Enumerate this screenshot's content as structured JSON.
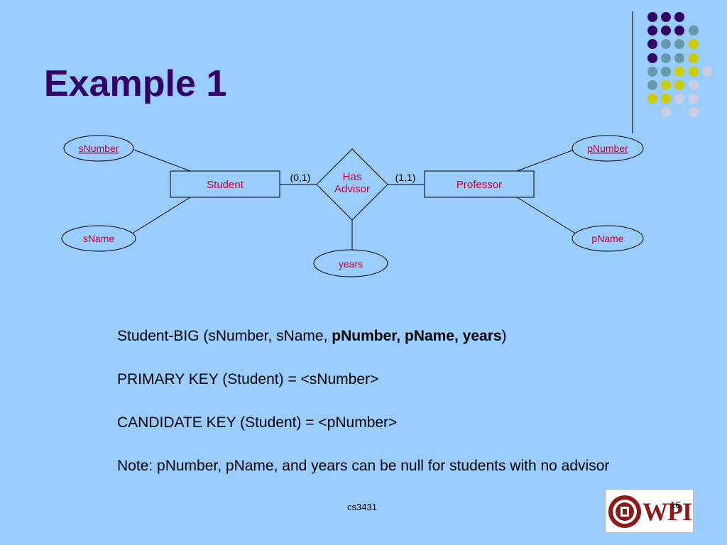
{
  "slide": {
    "title": "Example 1",
    "page_number": "16",
    "footer": "cs3431",
    "logo_text": "WPI"
  },
  "diagram": {
    "entities": [
      {
        "id": "student",
        "label": "Student"
      },
      {
        "id": "professor",
        "label": "Professor"
      }
    ],
    "relationship": {
      "label_line1": "Has",
      "label_line2": "Advisor"
    },
    "attributes": [
      {
        "id": "snumber",
        "label": "sNumber",
        "key": true
      },
      {
        "id": "sname",
        "label": "sName",
        "key": false
      },
      {
        "id": "pnumber",
        "label": "pNumber",
        "key": true
      },
      {
        "id": "pname",
        "label": "pName",
        "key": false
      },
      {
        "id": "years",
        "label": "years",
        "key": false
      }
    ],
    "cardinality_left": "(0,1)",
    "cardinality_right": "(1,1)"
  },
  "body": {
    "line1_normal": "Student-BIG (sNumber, sName, ",
    "line1_bold": "pNumber, pName, years",
    "line1_close": ")",
    "line2": "PRIMARY KEY (Student) = <sNumber>",
    "line3": "CANDIDATE KEY (Student) = <pNumber>",
    "line4": "Note: pNumber, pName, and years can be null for students with no advisor"
  },
  "colors": {
    "background": "#99ccff",
    "title": "#330066",
    "diagram_text": "#cc0033",
    "dot_purple": "#330066",
    "dot_teal": "#6699aa",
    "dot_yellow": "#cccc00",
    "dot_light": "#ccccdd"
  }
}
